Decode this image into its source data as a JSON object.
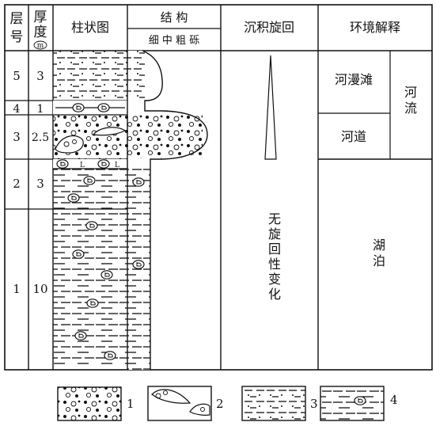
{
  "header": {
    "layer": [
      "层",
      "号"
    ],
    "thickness": [
      "厚",
      "度"
    ],
    "thickness_unit": "m",
    "column": "柱状图",
    "structure": "结 构",
    "structure_grades": "细 中 粗 砾",
    "cycle": "沉积旋回",
    "environment": "环境解释"
  },
  "layers": [
    {
      "layer": "5",
      "thickness": "3"
    },
    {
      "layer": "4",
      "thickness": "1"
    },
    {
      "layer": "3",
      "thickness": "2.5"
    },
    {
      "layer": "2",
      "thickness": "3"
    },
    {
      "layer": "1",
      "thickness": "10"
    }
  ],
  "cycle_text": "无旋回性变化",
  "environment": {
    "floodplain": "河漫滩",
    "channel": "河道",
    "river": "河流",
    "lake": "湖泊"
  },
  "legend": [
    {
      "id": "1",
      "pattern": "gravel"
    },
    {
      "id": "2",
      "pattern": "lens"
    },
    {
      "id": "3",
      "pattern": "silt"
    },
    {
      "id": "4",
      "pattern": "fossil-mud"
    }
  ]
}
